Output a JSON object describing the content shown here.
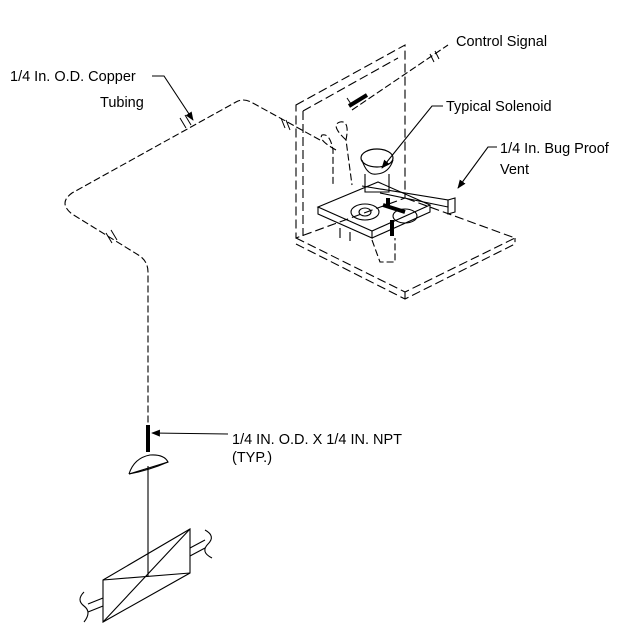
{
  "labels": {
    "control_signal": "Control Signal",
    "tubing_line1": "1/4 In. O.D. Copper",
    "tubing_line2": "Tubing",
    "solenoid": "Typical Solenoid",
    "vent_line1": "1/4 In. Bug Proof",
    "vent_line2": "Vent",
    "fitting_line1": "1/4 IN. O.D. X 1/4 IN. NPT",
    "fitting_line2": "(TYP.)"
  },
  "colors": {
    "line": "#000000",
    "background": "#ffffff"
  }
}
